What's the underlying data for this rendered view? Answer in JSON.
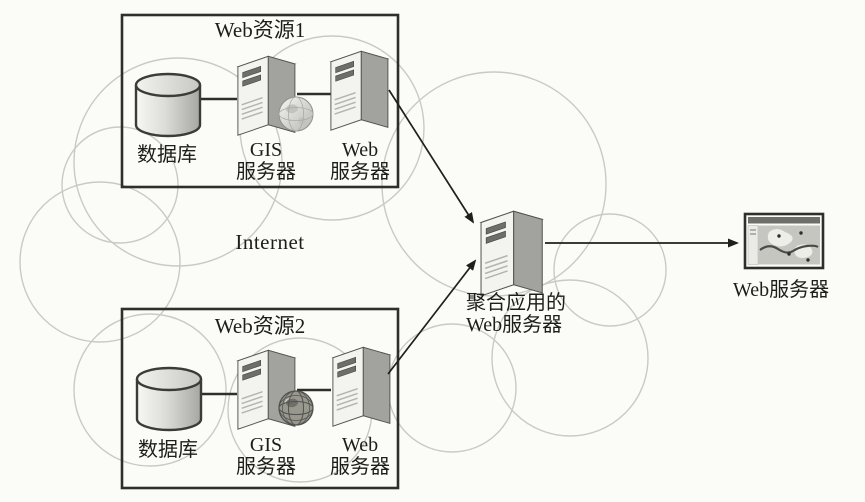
{
  "figure": {
    "internet_label": "Internet",
    "web_resource_1": {
      "title": "Web资源1",
      "database_label": "数据库",
      "gis_label_line1": "GIS",
      "gis_label_line2": "服务器",
      "web_label_line1": "Web",
      "web_label_line2": "服务器"
    },
    "web_resource_2": {
      "title": "Web资源2",
      "database_label": "数据库",
      "gis_label_line1": "GIS",
      "gis_label_line2": "服务器",
      "web_label_line1": "Web",
      "web_label_line2": "服务器"
    },
    "aggregation_server": {
      "label_line1": "聚合应用的",
      "label_line2": "Web服务器"
    },
    "client_web_server": {
      "label": "Web服务器"
    },
    "colors": {
      "background": "#fbfbf8",
      "cloud_stroke": "#c9c9c5",
      "box_stroke": "#2e2e2b",
      "connector": "#1f1f1c",
      "text": "#1d1d1a",
      "server_side": "#a2a29e",
      "server_front": "#f3f3f0"
    }
  }
}
